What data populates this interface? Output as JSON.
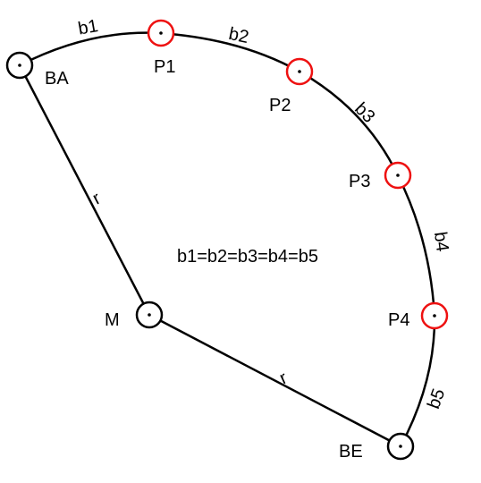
{
  "points": {
    "BA": "BA",
    "M": "M",
    "BE": "BE",
    "P1": "P1",
    "P2": "P2",
    "P3": "P3",
    "P4": "P4"
  },
  "arc_labels": {
    "b1": "b1",
    "b2": "b2",
    "b3": "b3",
    "b4": "b4",
    "b5": "b5"
  },
  "radius_labels": {
    "upper": "r",
    "lower": "r"
  },
  "equation": "b1=b2=b3=b4=b5",
  "colors": {
    "line": "#000000",
    "division_point": "#ee1111",
    "end_point": "#000000"
  }
}
